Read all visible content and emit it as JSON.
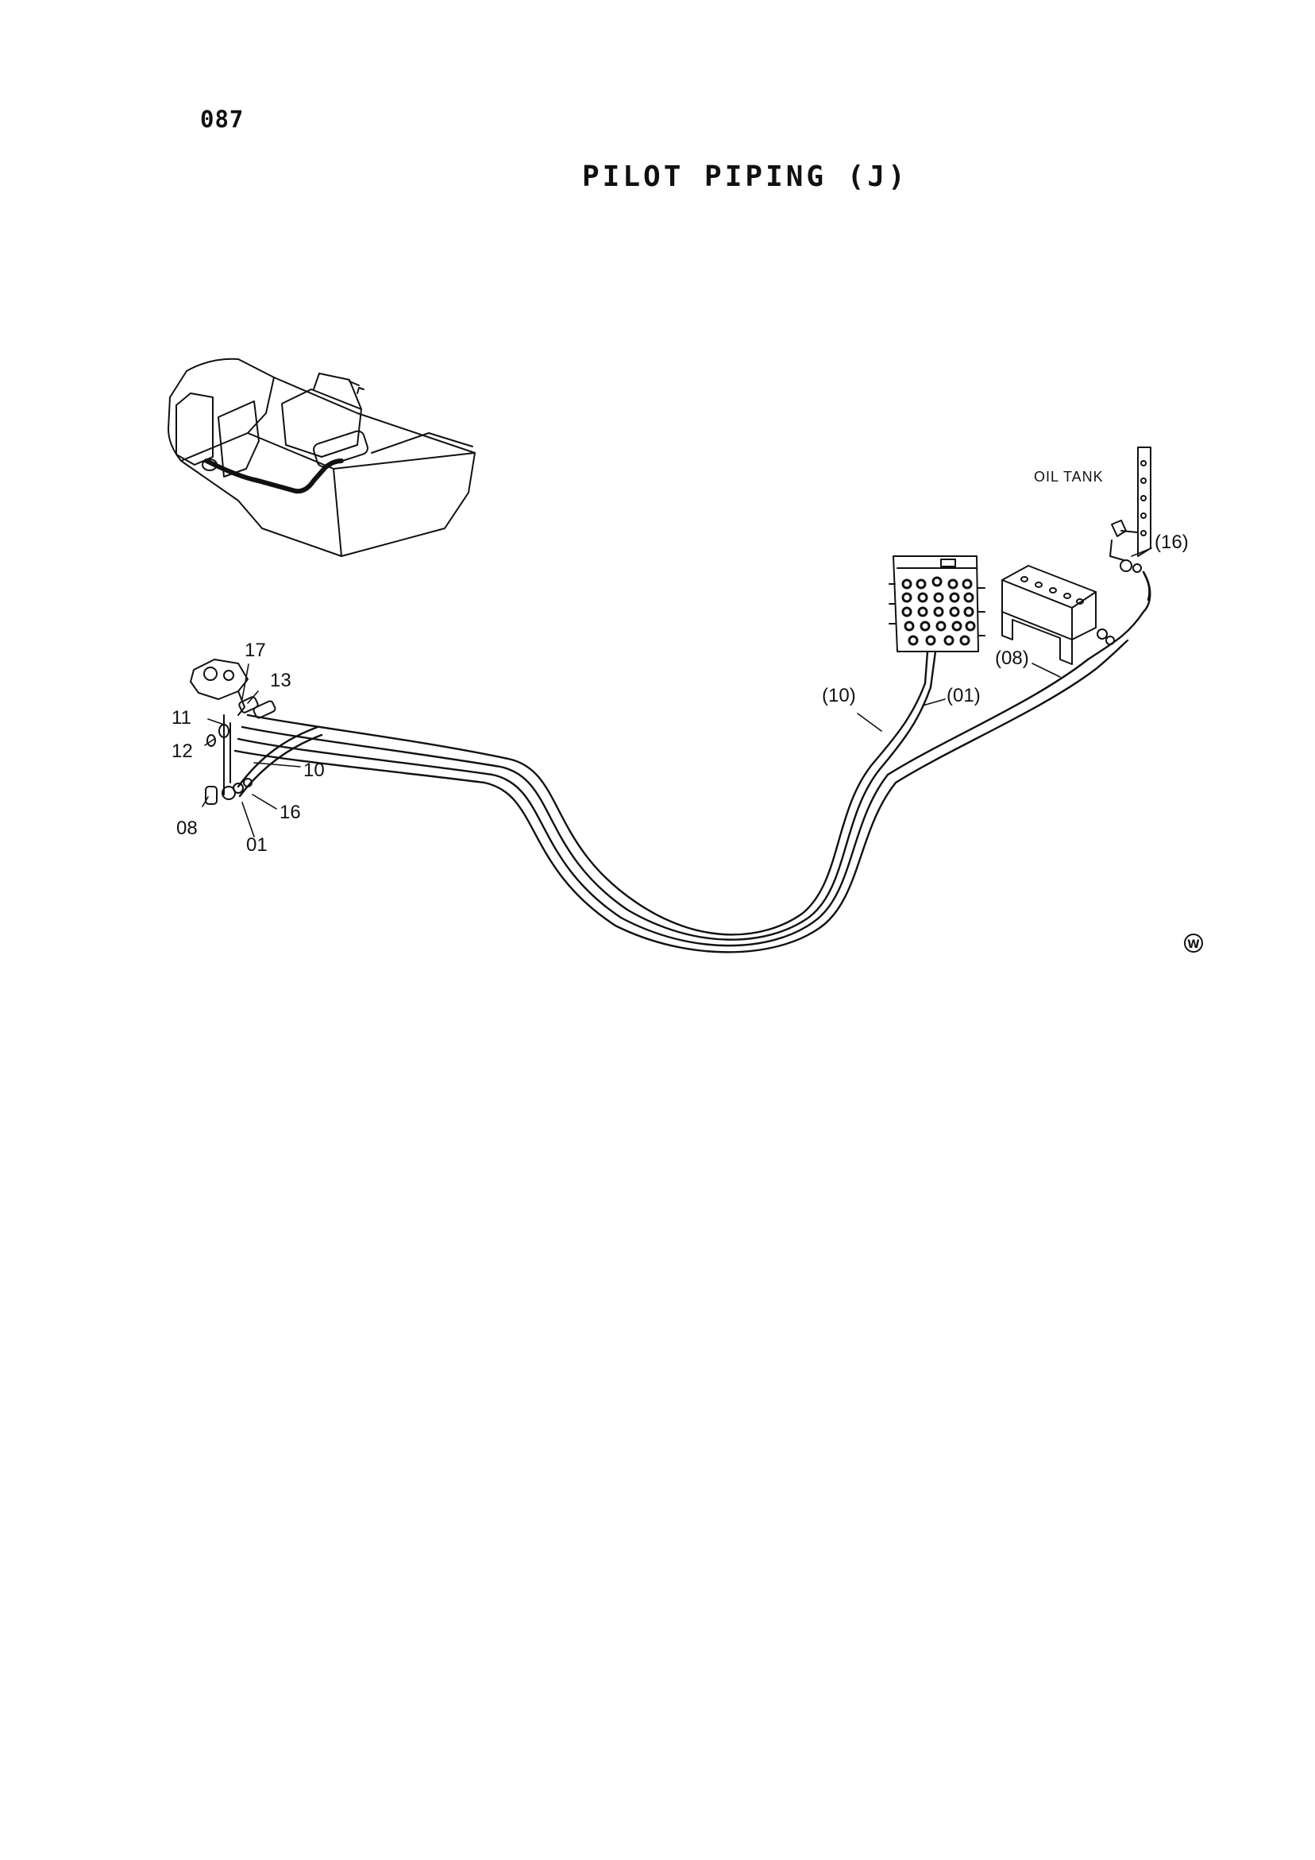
{
  "page": {
    "number": "087",
    "title": "PILOT PIPING (J)"
  },
  "labels": {
    "oil_tank": "OIL TANK",
    "ref_16": "(16)",
    "ref_08": "(08)",
    "ref_10": "(10)",
    "ref_01": "(01)",
    "p17": "17",
    "p13": "13",
    "p11": "11",
    "p12": "12",
    "p10": "10",
    "p16": "16",
    "p08": "08",
    "p01": "01"
  },
  "marks": {
    "circle_w": "W"
  }
}
